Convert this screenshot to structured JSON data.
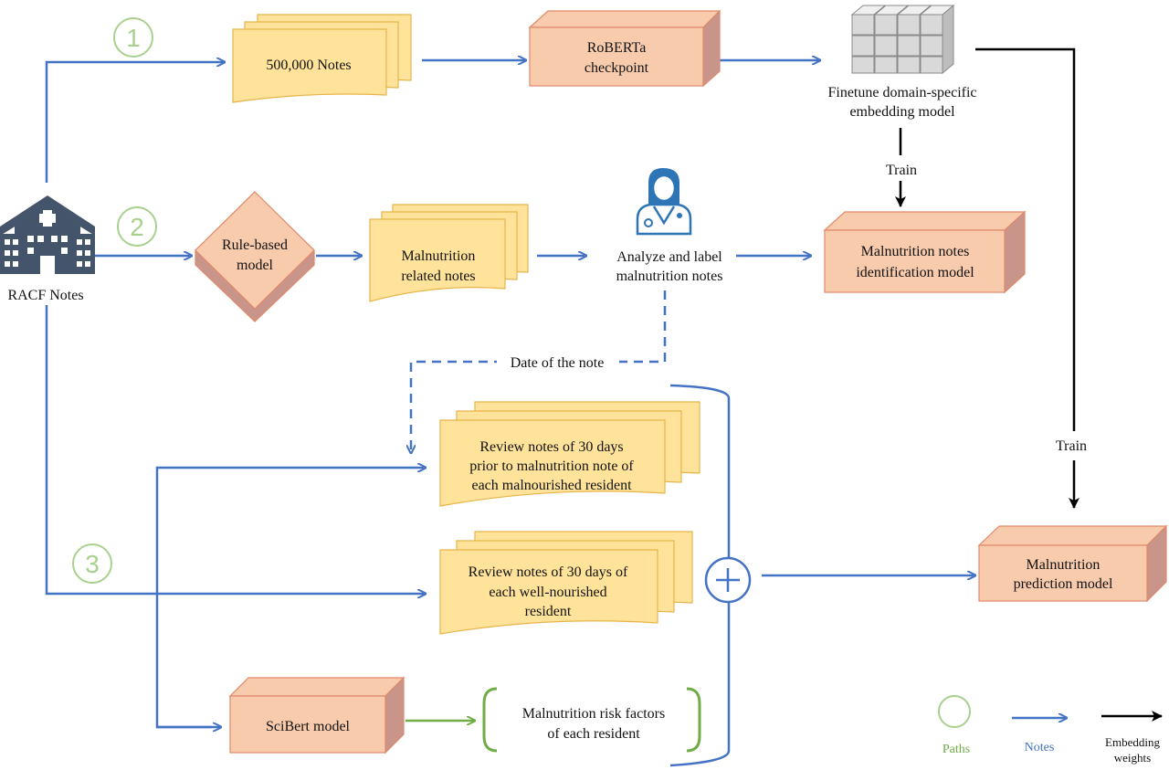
{
  "colors": {
    "notes_arrow": "#4472C4",
    "embedding_arrow": "#000000",
    "path_circle": "#A9D18E",
    "path_number": "#A9D18E",
    "doc_fill": "#FFE39A",
    "doc_stroke": "#E8B44A",
    "model_fill": "#F8CBAD",
    "model_side": "#D9A08A",
    "model_stroke": "#E0896A",
    "green_arrow": "#70AD47",
    "icon_dark": "#44546A",
    "doctor_blue": "#2E75B6"
  },
  "paths": {
    "p1": "1",
    "p2": "2",
    "p3": "3"
  },
  "source": {
    "label": "RACF Notes"
  },
  "docs": {
    "notes500k": "500,000 Notes",
    "malnutrition_related": [
      "Malnutrition",
      "related notes"
    ],
    "review_prior": [
      "Review notes of 30 days",
      "prior to malnutrition note of",
      "each malnourished resident"
    ],
    "review_well": [
      "Review notes of 30 days of",
      "each well-nourished",
      "resident"
    ]
  },
  "models": {
    "roberta": [
      "RoBERTa",
      "checkpoint"
    ],
    "rule_based": [
      "Rule-based",
      "model"
    ],
    "identification": [
      "Malnutrition notes",
      "identification model"
    ],
    "prediction": [
      "Malnutrition",
      "prediction model"
    ],
    "scibert": "SciBert model"
  },
  "labels": {
    "finetune": [
      "Finetune domain-specific",
      "embedding model"
    ],
    "analyze": [
      "Analyze and label",
      "malnutrition notes"
    ],
    "date_of_note": "Date of the note",
    "train_mid": "Train",
    "train_right": "Train",
    "risk_factors": [
      "Malnutrition risk factors",
      "of each resident"
    ]
  },
  "legend": {
    "paths": "Paths",
    "notes": "Notes",
    "embedding": [
      "Embedding",
      "weights"
    ]
  }
}
